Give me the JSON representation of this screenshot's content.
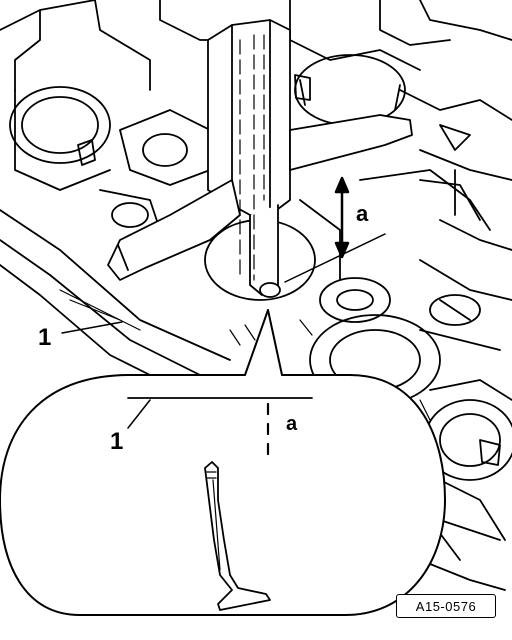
{
  "labels": {
    "dimension_top": "a",
    "part_left": "1",
    "part_inset": "1",
    "dimension_inset": "a"
  },
  "figure_id": "A15-0576",
  "colors": {
    "line": "#000000",
    "background": "#ffffff"
  }
}
